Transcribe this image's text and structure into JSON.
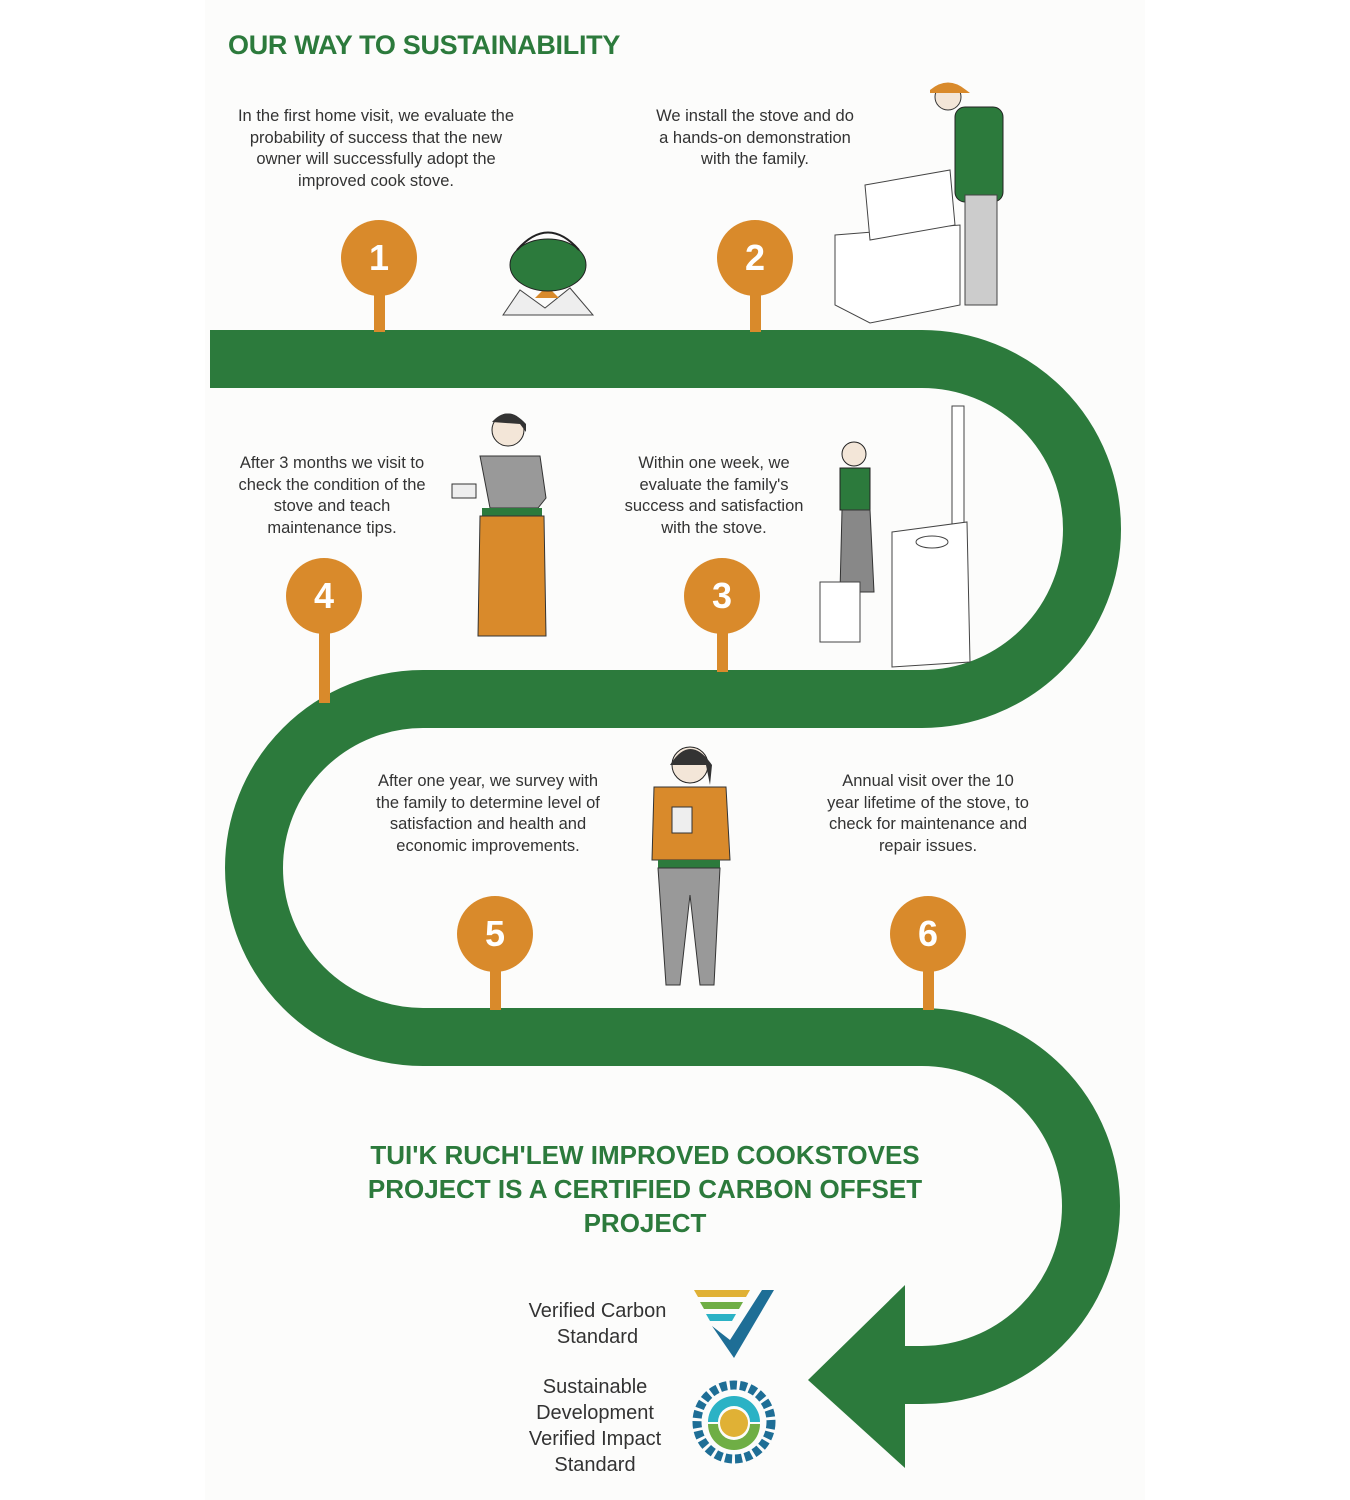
{
  "title": "OUR WAY TO SUSTAINABILITY",
  "steps": [
    {
      "number": "1",
      "text": "In the first home visit, we evaluate the probability of success that the new owner will successfully adopt the improved cook stove."
    },
    {
      "number": "2",
      "text": "We install the stove and do a hands-on demonstration with the family."
    },
    {
      "number": "3",
      "text": "Within one week, we evaluate the family's success and satisfaction with the stove."
    },
    {
      "number": "4",
      "text": "After 3 months we visit to check the condition of the stove and teach maintenance tips."
    },
    {
      "number": "5",
      "text": "After one year, we survey with the family to determine level of satisfaction and health and economic improvements."
    },
    {
      "number": "6",
      "text": "Annual visit over the 10 year lifetime of the stove, to check for maintenance and repair issues."
    }
  ],
  "certification": "TUI'K RUCH'LEW IMPROVED COOKSTOVES PROJECT IS A CERTIFIED CARBON OFFSET PROJECT",
  "logos": [
    {
      "label": "Verified Carbon Standard",
      "icon": "vcs-check-logo"
    },
    {
      "label": "Sustainable Development Verified Impact Standard",
      "icon": "sd-vista-sun-logo"
    }
  ],
  "colors": {
    "road": "#2c7a3c",
    "badge": "#d98a2b",
    "title": "#2c7a3c"
  }
}
